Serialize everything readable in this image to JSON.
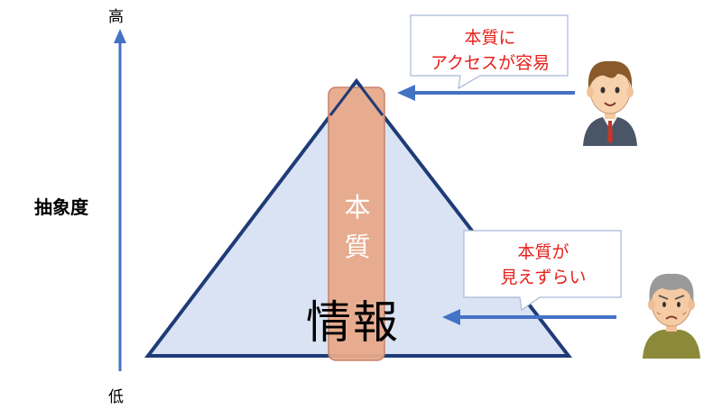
{
  "axis": {
    "top_label": "高",
    "bottom_label": "低",
    "title": "抽象度"
  },
  "pyramid": {
    "core_label_line1": "本",
    "core_label_line2": "質",
    "base_label": "情報"
  },
  "callouts": [
    {
      "line1": "本質に",
      "line2": "アクセスが容易"
    },
    {
      "line1": "本質が",
      "line2": "見えずらい"
    }
  ],
  "colors": {
    "axis_arrow": "#4472c4",
    "pyramid_fill": "#dae3f3",
    "pyramid_stroke": "#1f3b78",
    "core_fill": "#e8a98a",
    "core_stroke": "#c8826a",
    "callout_text": "#e8201b",
    "callout_arrow": "#4472c4"
  },
  "icons": [
    "young-man-icon",
    "elderly-man-icon"
  ]
}
